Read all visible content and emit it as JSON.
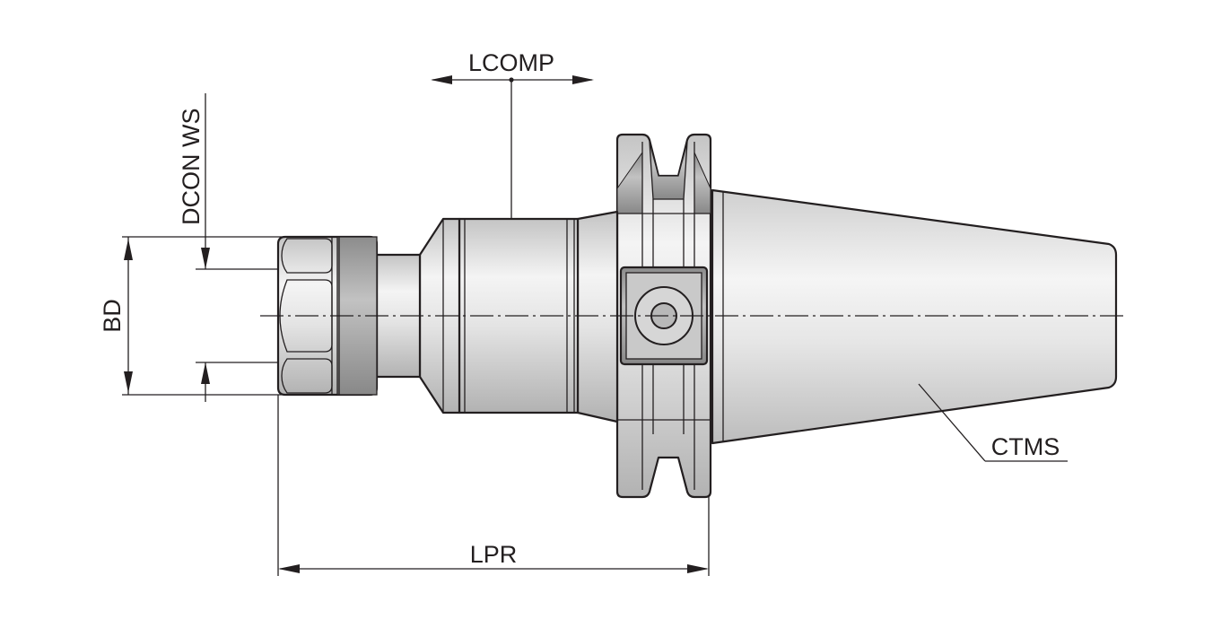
{
  "labels": {
    "lcomp": "LCOMP",
    "dcon_ws": "DCON WS",
    "bd": "BD",
    "lpr": "LPR",
    "ctms": "CTMS"
  },
  "colors": {
    "line": "#231f20",
    "metal_light": "#f4f4f4",
    "metal_mid": "#d0d0d0",
    "metal_dark": "#9a9a9a"
  }
}
